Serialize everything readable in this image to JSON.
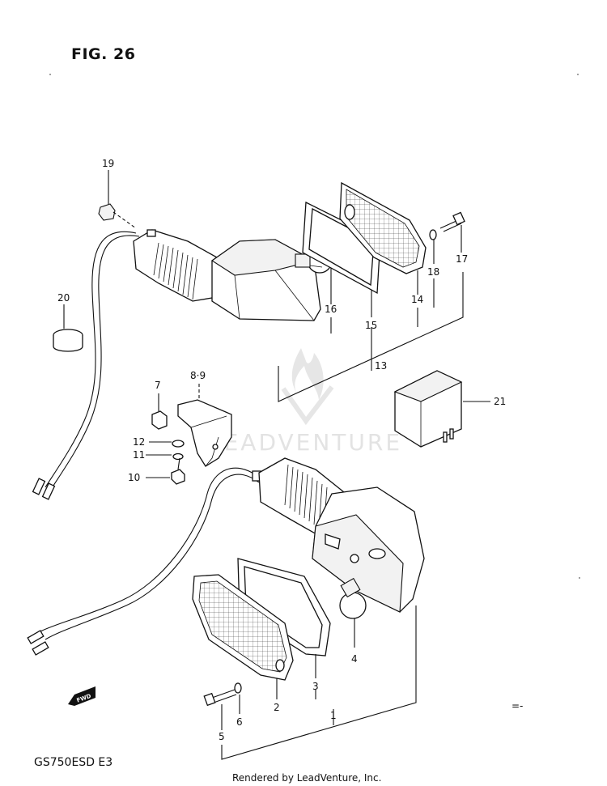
{
  "figure_title": "FIG. 26",
  "model_code": "GS750ESD  E3",
  "credit": "Rendered by LeadVenture, Inc.",
  "watermark_text": "LEADVENTURE",
  "fwd_label": "FWD",
  "corner_mark": "=-",
  "callouts": {
    "c1": "1",
    "c2": "2",
    "c3": "3",
    "c4": "4",
    "c5": "5",
    "c6": "6",
    "c7": "7",
    "c89": "8·9",
    "c10": "10",
    "c11": "11",
    "c12": "12",
    "c13": "13",
    "c14": "14",
    "c15": "15",
    "c16": "16",
    "c17": "17",
    "c18": "18",
    "c19": "19",
    "c20": "20",
    "c21": "21"
  },
  "colors": {
    "ink": "#111111",
    "watermark": "#e3e3e3"
  }
}
